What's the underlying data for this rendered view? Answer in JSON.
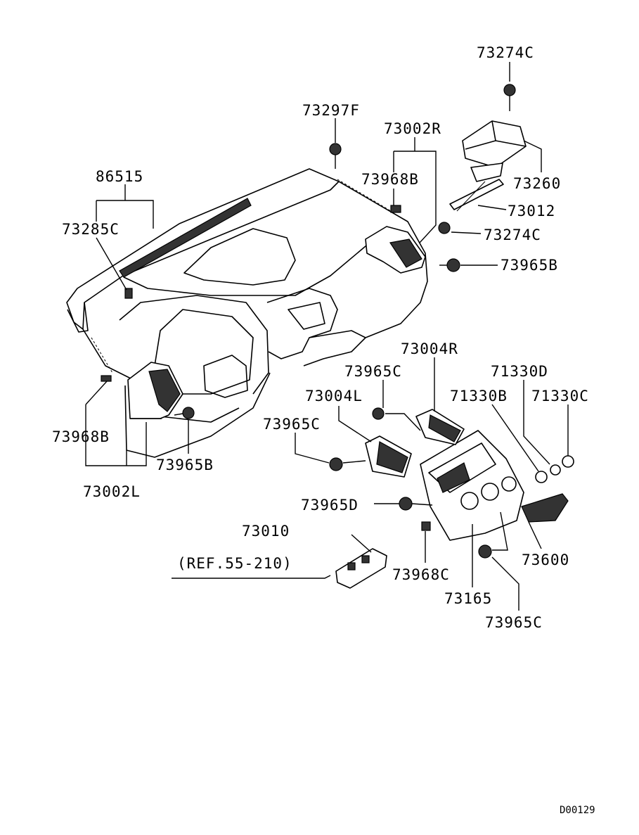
{
  "diagram": {
    "drawing_code": "D00129",
    "ref_note": "(REF.55-210)",
    "parts": {
      "p73274C_top": "73274C",
      "p73297F": "73297F",
      "p73002R": "73002R",
      "p86515": "86515",
      "p73968B_top": "73968B",
      "p73260": "73260",
      "p73285C": "73285C",
      "p73012": "73012",
      "p73274C_mid": "73274C",
      "p73965B_right": "73965B",
      "p73004R": "73004R",
      "p73965C_a": "73965C",
      "p71330D": "71330D",
      "p73004L": "73004L",
      "p71330B": "71330B",
      "p71330C": "71330C",
      "p73965C_b": "73965C",
      "p73968B_left": "73968B",
      "p73965B_left": "73965B",
      "p73002L": "73002L",
      "p73965D": "73965D",
      "p73010": "73010",
      "p73600": "73600",
      "p73968C": "73968C",
      "p73165": "73165",
      "p73965C_c": "73965C"
    }
  }
}
